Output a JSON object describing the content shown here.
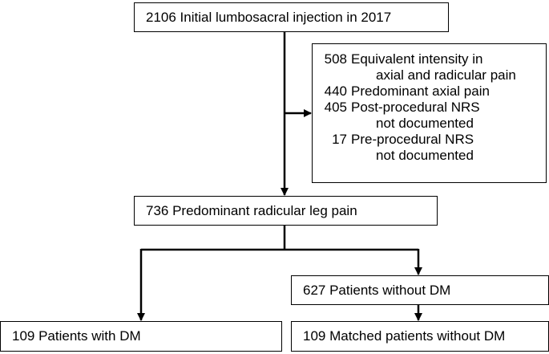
{
  "boxes": {
    "initial": "2106 Initial lumbosacral injection in 2017",
    "excluded": [
      {
        "count": "508",
        "line1": "Equivalent intensity in",
        "line2": "axial and radicular pain"
      },
      {
        "count": "440",
        "line1": "Predominant axial pain",
        "line2": ""
      },
      {
        "count": "405",
        "line1": "Post-procedural NRS",
        "line2": "not documented"
      },
      {
        "count": "17",
        "line1": "Pre-procedural NRS",
        "line2": "not documented"
      }
    ],
    "radicular": "736 Predominant radicular leg pain",
    "without_dm": "627 Patients without DM",
    "with_dm": "109 Patients with DM",
    "matched_without_dm": "109 Matched patients without DM"
  }
}
